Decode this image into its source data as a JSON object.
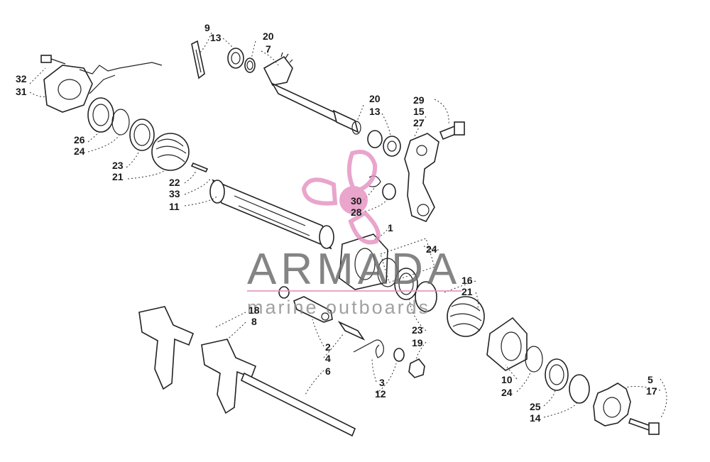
{
  "diagram": {
    "callouts": [
      {
        "id": "c9",
        "text": "9"
      },
      {
        "id": "c13a",
        "text": "13"
      },
      {
        "id": "c20a",
        "text": "20"
      },
      {
        "id": "c7",
        "text": "7"
      },
      {
        "id": "c32",
        "text": "32"
      },
      {
        "id": "c31",
        "text": "31"
      },
      {
        "id": "c20b",
        "text": "20"
      },
      {
        "id": "c13b",
        "text": "13"
      },
      {
        "id": "c29",
        "text": "29"
      },
      {
        "id": "c15",
        "text": "15"
      },
      {
        "id": "c27",
        "text": "27"
      },
      {
        "id": "c26",
        "text": "26"
      },
      {
        "id": "c24a",
        "text": "24"
      },
      {
        "id": "c23a",
        "text": "23"
      },
      {
        "id": "c21a",
        "text": "21"
      },
      {
        "id": "c22",
        "text": "22"
      },
      {
        "id": "c33",
        "text": "33"
      },
      {
        "id": "c11",
        "text": "11"
      },
      {
        "id": "c30",
        "text": "30"
      },
      {
        "id": "c28",
        "text": "28"
      },
      {
        "id": "c1",
        "text": "1"
      },
      {
        "id": "c24b",
        "text": "24"
      },
      {
        "id": "c16",
        "text": "16"
      },
      {
        "id": "c21b",
        "text": "21"
      },
      {
        "id": "c18",
        "text": "18"
      },
      {
        "id": "c8",
        "text": "8"
      },
      {
        "id": "c23b",
        "text": "23"
      },
      {
        "id": "c19",
        "text": "19"
      },
      {
        "id": "c2",
        "text": "2"
      },
      {
        "id": "c4",
        "text": "4"
      },
      {
        "id": "c6",
        "text": "6"
      },
      {
        "id": "c3",
        "text": "3"
      },
      {
        "id": "c12",
        "text": "12"
      },
      {
        "id": "c10",
        "text": "10"
      },
      {
        "id": "c24c",
        "text": "24"
      },
      {
        "id": "c5",
        "text": "5"
      },
      {
        "id": "c17",
        "text": "17"
      },
      {
        "id": "c25",
        "text": "25"
      },
      {
        "id": "c14",
        "text": "14"
      }
    ]
  },
  "watermark": {
    "brand": "ARMADA",
    "tagline": "marine outboards",
    "brand_color": "#6f6f6f",
    "logo_color": "#e48fc0",
    "logo_icon": "propeller-logo-icon"
  }
}
